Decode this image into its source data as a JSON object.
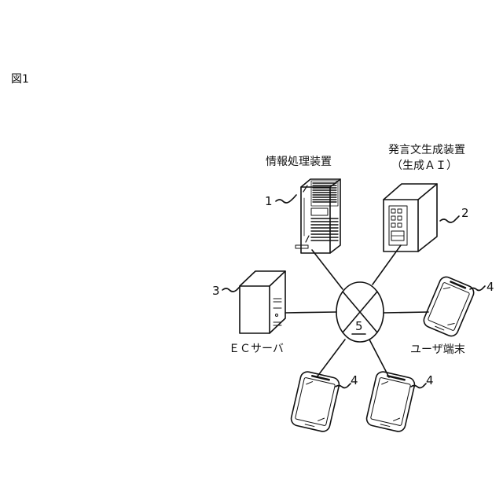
{
  "figure_label": "図1",
  "devices": {
    "info_processor": {
      "name": "情報処理装置",
      "ref": "1"
    },
    "speech_gen": {
      "name": "発言文生成装置",
      "sub": "（生成ＡＩ）",
      "ref": "2"
    },
    "ec_server": {
      "name": "ＥＣサーバ",
      "ref": "3"
    },
    "user_terminal": {
      "name": "ユーザ端末",
      "ref": "4"
    },
    "terminal_refs": [
      "4",
      "4",
      "4"
    ],
    "network": {
      "ref": "5"
    }
  }
}
